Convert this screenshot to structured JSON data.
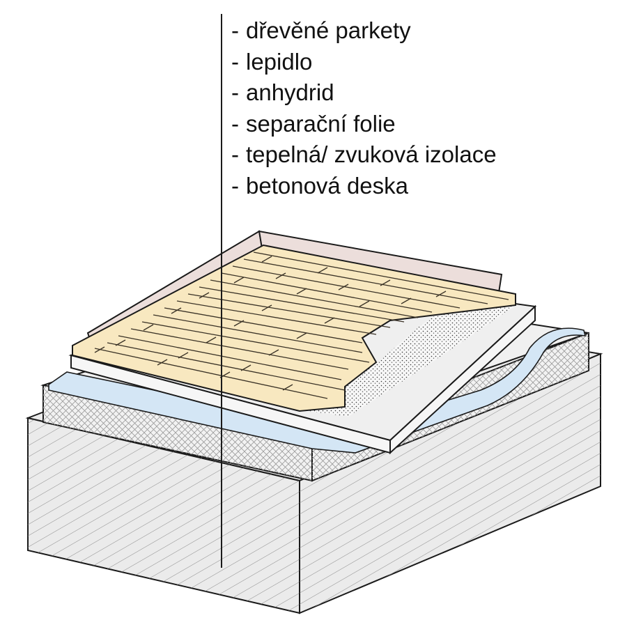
{
  "legend": {
    "bullet": "-",
    "items": [
      "dřevěné parkety",
      "lepidlo",
      "anhydrid",
      "separační folie",
      "tepelná/ zvuková izolace",
      "betonová deska"
    ]
  },
  "colors": {
    "parquet": "#f8e8c0",
    "skirting_board": "#ecdedb",
    "screed": "#efefef",
    "separation_foil": "#d4e6f5",
    "insulation": "#f0f0f0",
    "concrete": "#ebebeb",
    "outline": "#1a1a1a"
  }
}
